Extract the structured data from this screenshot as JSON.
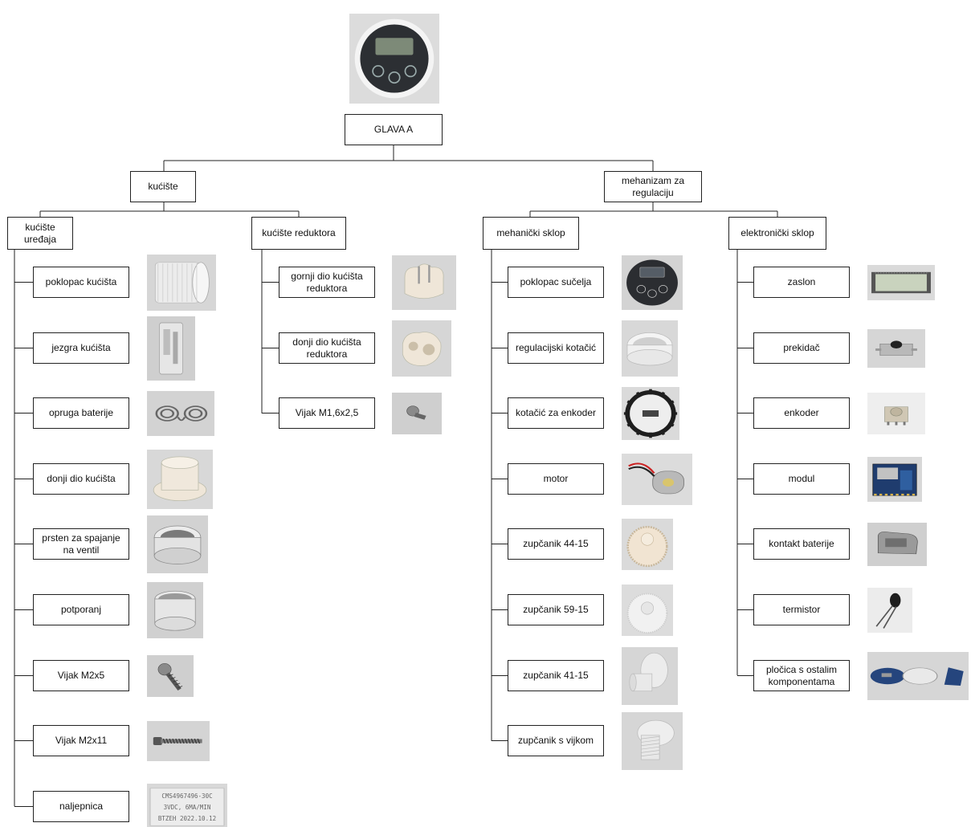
{
  "root": {
    "label": "GLAVA A",
    "photo": "thermostat-head-photo"
  },
  "branches": [
    {
      "label": "kućište",
      "groups": [
        {
          "label": "kućište uređaja",
          "parts": [
            {
              "label": "poklopac kućišta",
              "photo": "housing-cover-photo"
            },
            {
              "label": "jezgra kućišta",
              "photo": "housing-core-photo"
            },
            {
              "label": "opruga baterije",
              "photo": "battery-spring-photo"
            },
            {
              "label": "donji dio kućišta",
              "photo": "housing-bottom-photo"
            },
            {
              "label": "prsten za spajanje na ventil",
              "photo": "valve-ring-photo"
            },
            {
              "label": "potporanj",
              "photo": "support-photo"
            },
            {
              "label": "Vijak M2x5",
              "photo": "screw-m2x5-photo"
            },
            {
              "label": "Vijak M2x11",
              "photo": "screw-m2x11-photo"
            },
            {
              "label": "naljepnica",
              "photo": "label-sticker-photo",
              "sticker_text": [
                "CMS4967496-30C",
                "3VDC, 6MA/MIN",
                "BTZEH 2022.10.12"
              ]
            }
          ]
        },
        {
          "label": "kućište reduktora",
          "parts": [
            {
              "label": "gornji dio kućišta reduktora",
              "photo": "gearbox-top-photo"
            },
            {
              "label": "donji dio kućišta reduktora",
              "photo": "gearbox-bottom-photo"
            },
            {
              "label": "Vijak M1,6x2,5",
              "photo": "screw-m16-photo"
            }
          ]
        }
      ]
    },
    {
      "label": "mehanizam za regulaciju",
      "groups": [
        {
          "label": "mehanički sklop",
          "parts": [
            {
              "label": "poklopac sučelja",
              "photo": "interface-cover-photo"
            },
            {
              "label": "regulacijski kotačić",
              "photo": "control-wheel-photo"
            },
            {
              "label": "kotačić za enkoder",
              "photo": "encoder-wheel-photo"
            },
            {
              "label": "motor",
              "photo": "motor-photo"
            },
            {
              "label": "zupčanik 44-15",
              "photo": "gear-44-15-photo"
            },
            {
              "label": "zupčanik 59-15",
              "photo": "gear-59-15-photo"
            },
            {
              "label": "zupčanik 41-15",
              "photo": "gear-41-15-photo"
            },
            {
              "label": "zupčanik s vijkom",
              "photo": "worm-gear-photo"
            }
          ]
        },
        {
          "label": "elektronički sklop",
          "parts": [
            {
              "label": "zaslon",
              "photo": "lcd-photo"
            },
            {
              "label": "prekidač",
              "photo": "switch-photo"
            },
            {
              "label": "enkoder",
              "photo": "encoder-photo"
            },
            {
              "label": "modul",
              "photo": "module-photo"
            },
            {
              "label": "kontakt baterije",
              "photo": "battery-contact-photo"
            },
            {
              "label": "termistor",
              "photo": "thermistor-photo"
            },
            {
              "label": "pločica s ostalim komponentama",
              "photo": "pcb-photo"
            }
          ]
        }
      ]
    }
  ]
}
